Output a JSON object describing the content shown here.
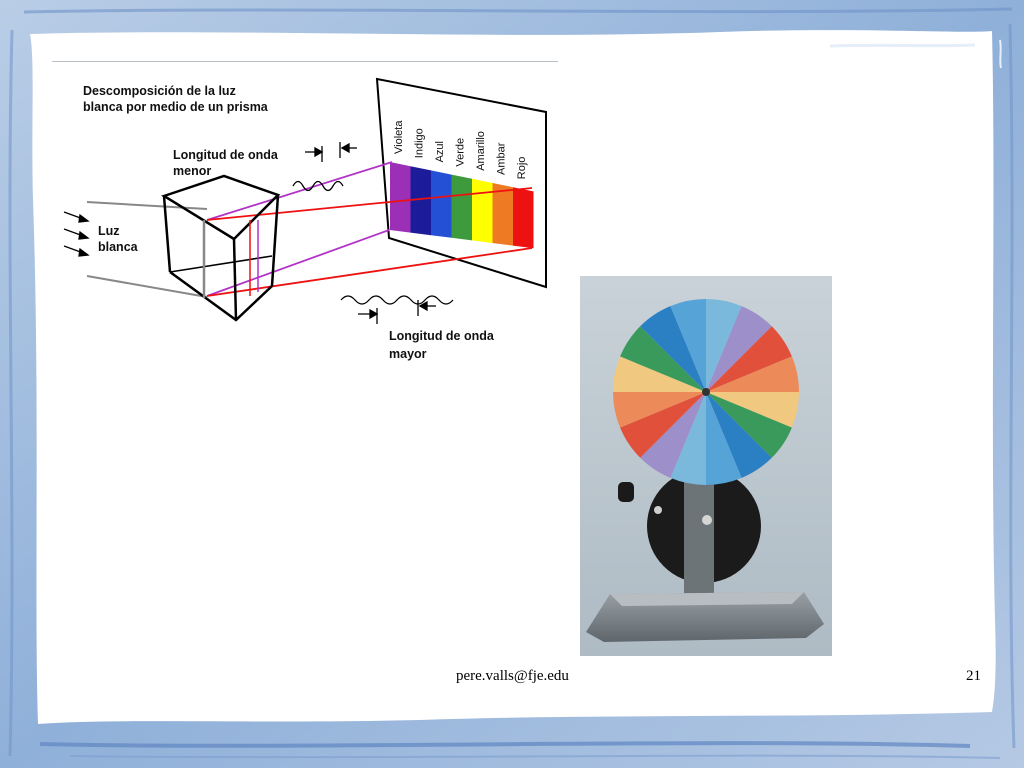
{
  "diagram": {
    "title_line1": "Descomposición de la luz",
    "title_line2": "blanca por medio de un prisma",
    "short_wave_line1": "Longitud de onda",
    "short_wave_line2": "menor",
    "long_wave_line1": "Longitud de onda",
    "long_wave_line2": "mayor",
    "white_light_line1": "Luz",
    "white_light_line2": "blanca",
    "spectrum": [
      {
        "name": "Violeta",
        "color": "#9b2fb5"
      },
      {
        "name": "Indigo",
        "color": "#1c1c9a"
      },
      {
        "name": "Azul",
        "color": "#2450d6"
      },
      {
        "name": "Verde",
        "color": "#3d9a3d"
      },
      {
        "name": "Amarillo",
        "color": "#ffff00"
      },
      {
        "name": "Ambar",
        "color": "#ee7b23"
      },
      {
        "name": "Rojo",
        "color": "#ee1111"
      }
    ]
  },
  "photo": {
    "wheel_colors": [
      "#7ab8dc",
      "#9d8fc9",
      "#e0503a",
      "#ec8a5a",
      "#f1c87f",
      "#3a9a5c",
      "#2b7fc3",
      "#56a3d8"
    ]
  },
  "footer": {
    "email": "pere.valls@fje.edu",
    "page": "21"
  }
}
